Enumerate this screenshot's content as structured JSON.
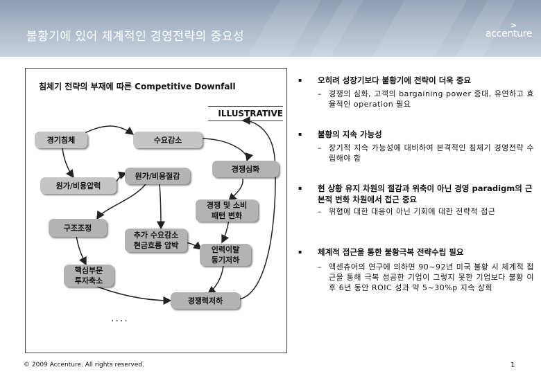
{
  "header": {
    "title": "불황기에 있어 체계적인 경영전략의 중요성",
    "logo_chevron": ">",
    "logo_text": "accenture"
  },
  "diagram": {
    "title": "침체기 전략의 부재에 따른 Competitive Downfall",
    "tag": "ILLUSTRATIVE",
    "nodes": {
      "recession": "경기침체",
      "demand_drop": "수요감소",
      "cost_pressure": "원가/비용압력",
      "cost_cut": "원가/비용절감",
      "competition": "경쟁심화",
      "consumption_change": "경쟁 및 소비\n패턴 변화",
      "restructuring": "구조조정",
      "further_demand": "추가 수요감소\n현금흐름 압박",
      "talent_loss": "인력이탈\n동기저하",
      "core_cut": "핵심부문\n투자축소",
      "competitiveness_drop": "경쟁력저하"
    },
    "ellipsis": "....",
    "colors": {
      "node": "#b3b3b3",
      "arrow": "#222222"
    }
  },
  "bullets": [
    {
      "title": "오히려 성장기보다 불황기에 전략이 더욱 중요",
      "sub": "경쟁의 심화, 고객의 bargaining power 증대, 유연하고 효율적인 operation 필요"
    },
    {
      "title": "불황의 지속 가능성",
      "sub": "장기적 지속 가능성에 대비하여 본격적인 침체기 경영전략 수립해야 함"
    },
    {
      "title": "현 상황 유지 차원의 절감과 위축이 아닌 경영 paradigm의 근본적 변화 차원에서 접근 중요",
      "sub": "위협에 대한 대응이 아닌 기회에 대한 전략적 접근"
    },
    {
      "title": "체계적 접근을 통한 불황극복 전략수립 필요",
      "sub": "액센츄어의 연구에 의하면 90~92년 미국 불황 시 체계적 접근을 통해 극복 성공한 기업이 그렇지 못한 기업보다 불황 이후 6년 동안 ROIC 성과 약 5~30%p 지속 상회"
    }
  ],
  "bullet_mark": "▪",
  "sub_mark": "–",
  "footer": {
    "copyright": "© 2009 Accenture. All rights reserved.",
    "page": "1"
  }
}
